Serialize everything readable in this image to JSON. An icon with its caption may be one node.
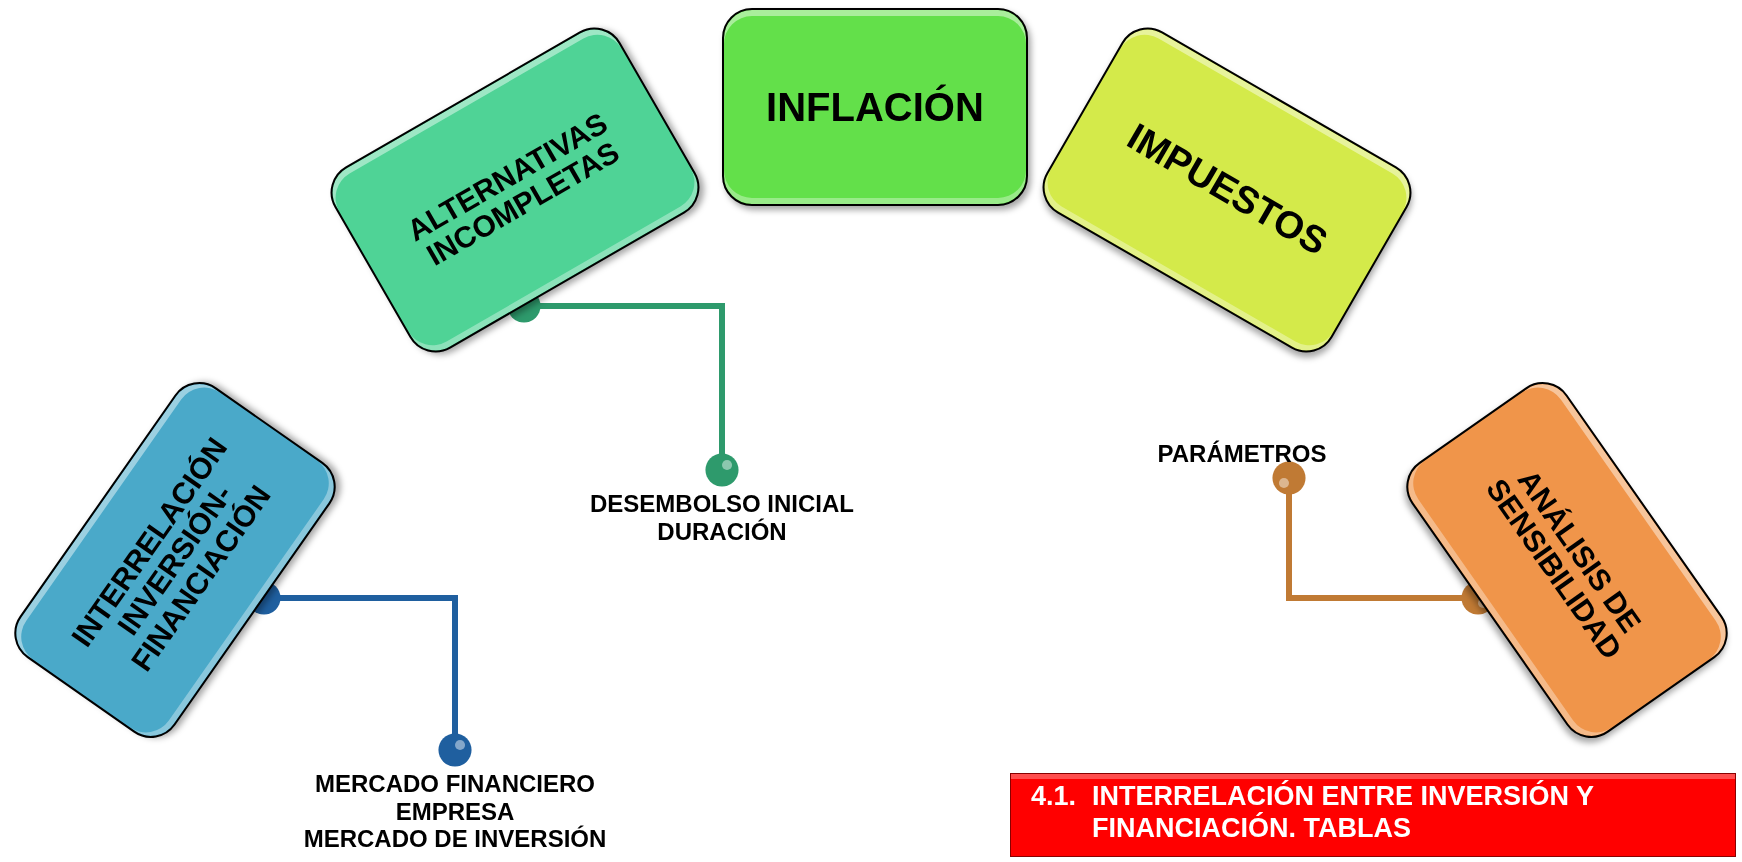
{
  "diagram": {
    "nodes": [
      {
        "text": [
          "INTERRELACIÓN INVERSIÓN-FINANCIACIÓN"
        ]
      },
      {
        "text": [
          "ALTERNATIVAS INCOMPLETAS"
        ]
      },
      {
        "text": [
          "INFLACIÓN"
        ]
      },
      {
        "text": [
          "IMPUESTOS"
        ]
      },
      {
        "text": [
          "ANÁLISIS DE SENSIBILIDAD"
        ]
      },
      {
        "text": [
          "DESEMBOLSO INICIAL",
          "DURACIÓN"
        ]
      },
      {
        "text": [
          "PARÁMETROS"
        ]
      },
      {
        "text": [
          "MERCADO FINANCIERO",
          "EMPRESA",
          "MERCADO DE INVERSIÓN"
        ]
      },
      {
        "text": [
          "4.1.",
          "INTERRELACIÓN ENTRE INVERSIÓN Y FINANCIACIÓN. TABLAS"
        ]
      }
    ],
    "edges": [
      {
        "from": 0,
        "to": 7,
        "arrow": "other",
        "color": "#1f5f9f"
      },
      {
        "from": 1,
        "to": 5,
        "arrow": "other",
        "color": "#2e9a6c"
      },
      {
        "from": 4,
        "to": 6,
        "arrow": "other",
        "color": "#c07a34"
      }
    ]
  }
}
